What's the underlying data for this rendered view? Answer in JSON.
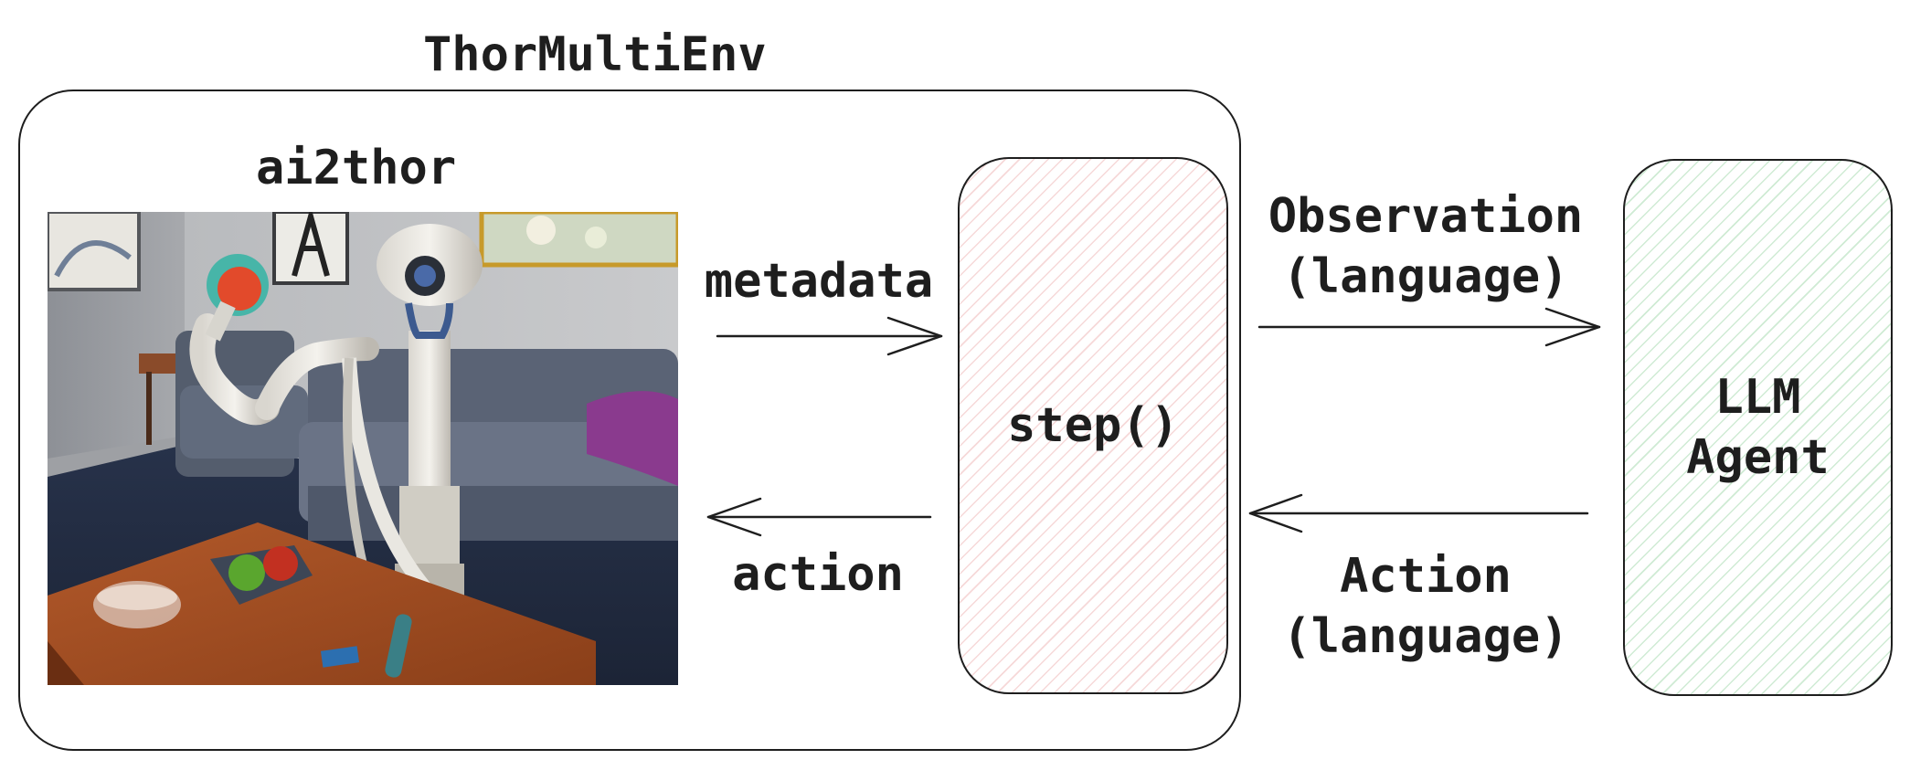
{
  "environment": {
    "title": "ThorMultiEnv",
    "simulator_title": "ai2thor"
  },
  "step_box": {
    "label": "step()"
  },
  "agent_box": {
    "line1": "LLM",
    "line2": "Agent"
  },
  "arrows": {
    "metadata": "metadata",
    "action": "action",
    "observation_line1": "Observation",
    "observation_line2": "(language)",
    "action_lang_line1": "Action",
    "action_lang_line2": "(language)"
  },
  "colors": {
    "stroke": "#1e1e1e",
    "step_hatch": "#ecaaaa",
    "agent_hatch": "#a0d7aa"
  }
}
